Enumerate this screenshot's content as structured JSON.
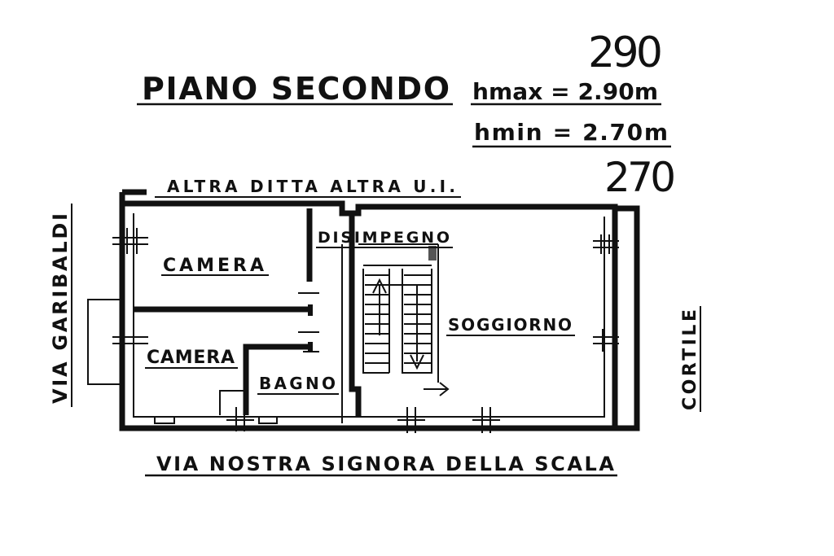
{
  "title": "PIANO SECONDO",
  "heights": {
    "hmax": "hmax = 2.90m",
    "hmin": "hmin = 2.70m",
    "hmax_note": "290",
    "hmin_note": "270"
  },
  "boundaries": {
    "top": "ALTRA DITTA ALTRA U.I.",
    "bottom": "VIA NOSTRA SIGNORA DELLA SCALA",
    "left": "VIA GARIBALDI",
    "right": "CORTILE"
  },
  "rooms": {
    "camera_1": "CAMERA",
    "camera_2": "CAMERA",
    "bagno": "BAGNO",
    "disimpegno": "DISIMPEGNO",
    "soggiorno": "SOGGIORNO"
  }
}
